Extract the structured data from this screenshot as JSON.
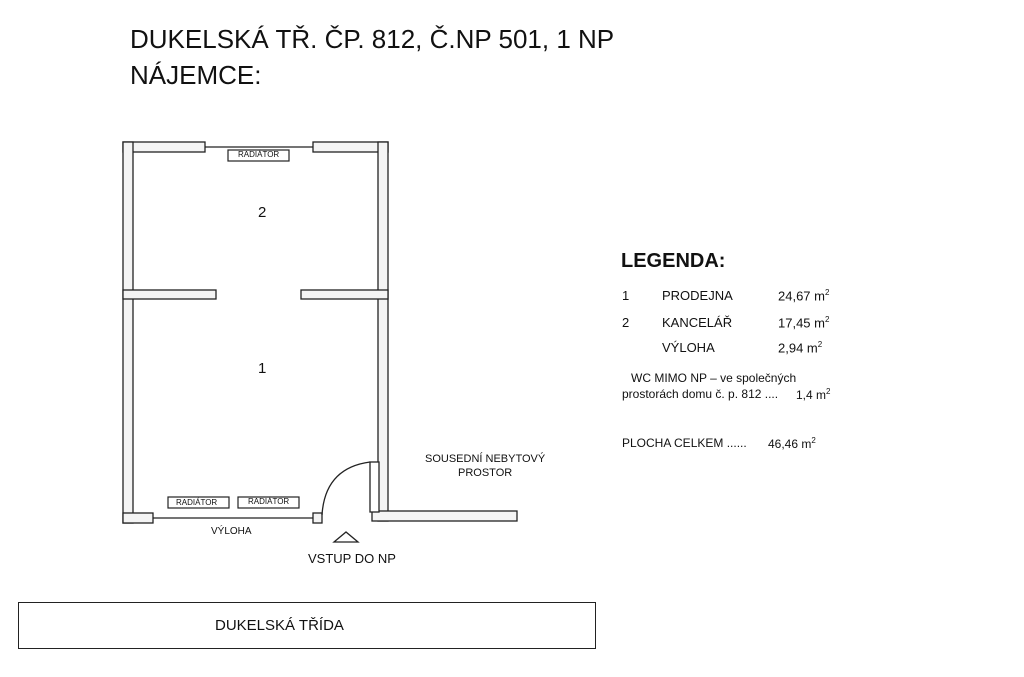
{
  "header": {
    "title": "DUKELSKÁ TŘ. ČP. 812, Č.NP 501, 1 NP",
    "tenant_label": "NÁJEMCE:"
  },
  "plan": {
    "room_2_number": "2",
    "room_1_number": "1",
    "radiator_label": "RADIÁTOR",
    "window_label": "VÝLOHA",
    "entrance_label": "VSTUP DO NP",
    "neighbor_label_1": "SOUSEDNÍ NEBYTOVÝ",
    "neighbor_label_2": "PROSTOR"
  },
  "legend": {
    "title": "LEGENDA:",
    "items": [
      {
        "num": "1",
        "name": "PRODEJNA",
        "area": "24,67 m",
        "sup": "2"
      },
      {
        "num": "2",
        "name": "KANCELÁŘ",
        "area": "17,45 m",
        "sup": "2"
      },
      {
        "num": "",
        "name": "VÝLOHA",
        "area": "2,94 m",
        "sup": "2"
      }
    ],
    "wc_line1": "WC MIMO NP – ve společných",
    "wc_line2": "prostorách domu č. p. 812 ....",
    "wc_area": "1,4 m",
    "wc_sup": "2",
    "total_label": "PLOCHA CELKEM ......",
    "total_area": "46,46 m",
    "total_sup": "2"
  },
  "street": {
    "name": "DUKELSKÁ TŘÍDA"
  }
}
